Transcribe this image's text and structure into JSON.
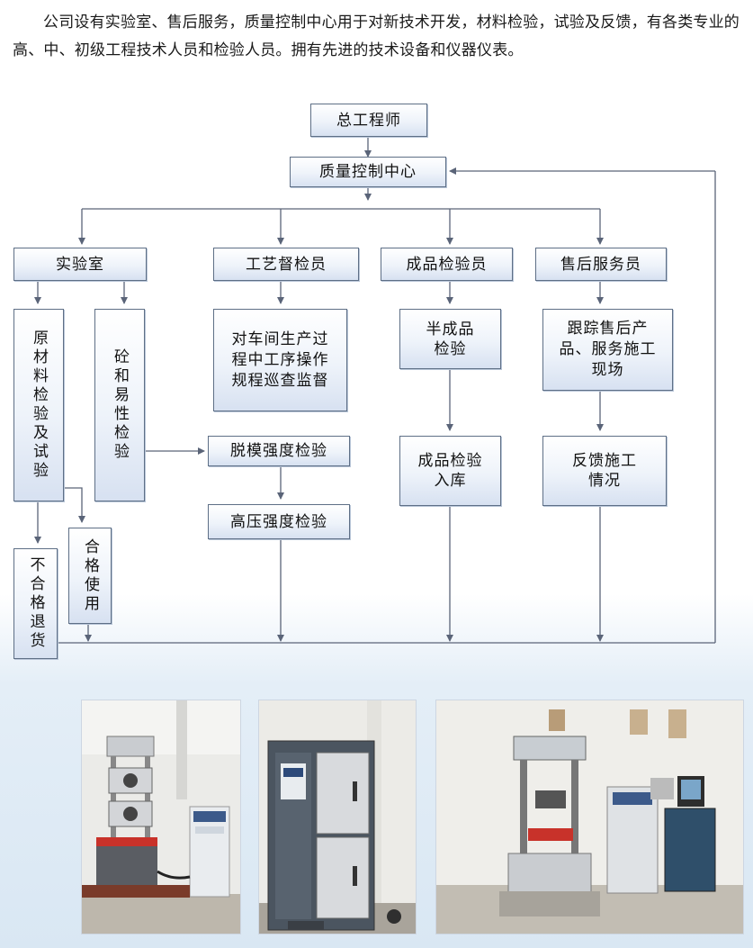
{
  "intro": {
    "text": "公司设有实验室、售后服务，质量控制中心用于对新技术开发，材料检验，试验及反馈，有各类专业的高、中、初级工程技术人员和检验人员。拥有先进的技术设备和仪器仪表。"
  },
  "chart": {
    "chief_engineer": "总工程师",
    "qc_center": "质量控制中心",
    "lab": "实验室",
    "process_inspector": "工艺督检员",
    "product_inspector": "成品检验员",
    "after_sales": "售后服务员",
    "raw_material_test": "原材料检验及试验",
    "concrete_test": "砼和易性检验",
    "process_supervision": "对车间生产过程中工序操作规程巡查监督",
    "semi_product_test": "半成品检验",
    "track_after_sales": "跟踪售后产品、服务施工现场",
    "demold_strength_test": "脱模强度检验",
    "product_storage": "成品检验入库",
    "feedback": "反馈施工情况",
    "high_pressure_test": "高压强度检验",
    "qualified_use": "合格使用",
    "unqualified_return": "不合格退货"
  },
  "colors": {
    "line": "#5a6478",
    "box_border": "#5e6f86",
    "box_bottom": "#d7e1f1"
  },
  "photos": [
    {
      "name": "universal-testing-machine-photo"
    },
    {
      "name": "curing-cabinet-photo"
    },
    {
      "name": "compression-testing-machine-photo"
    }
  ]
}
